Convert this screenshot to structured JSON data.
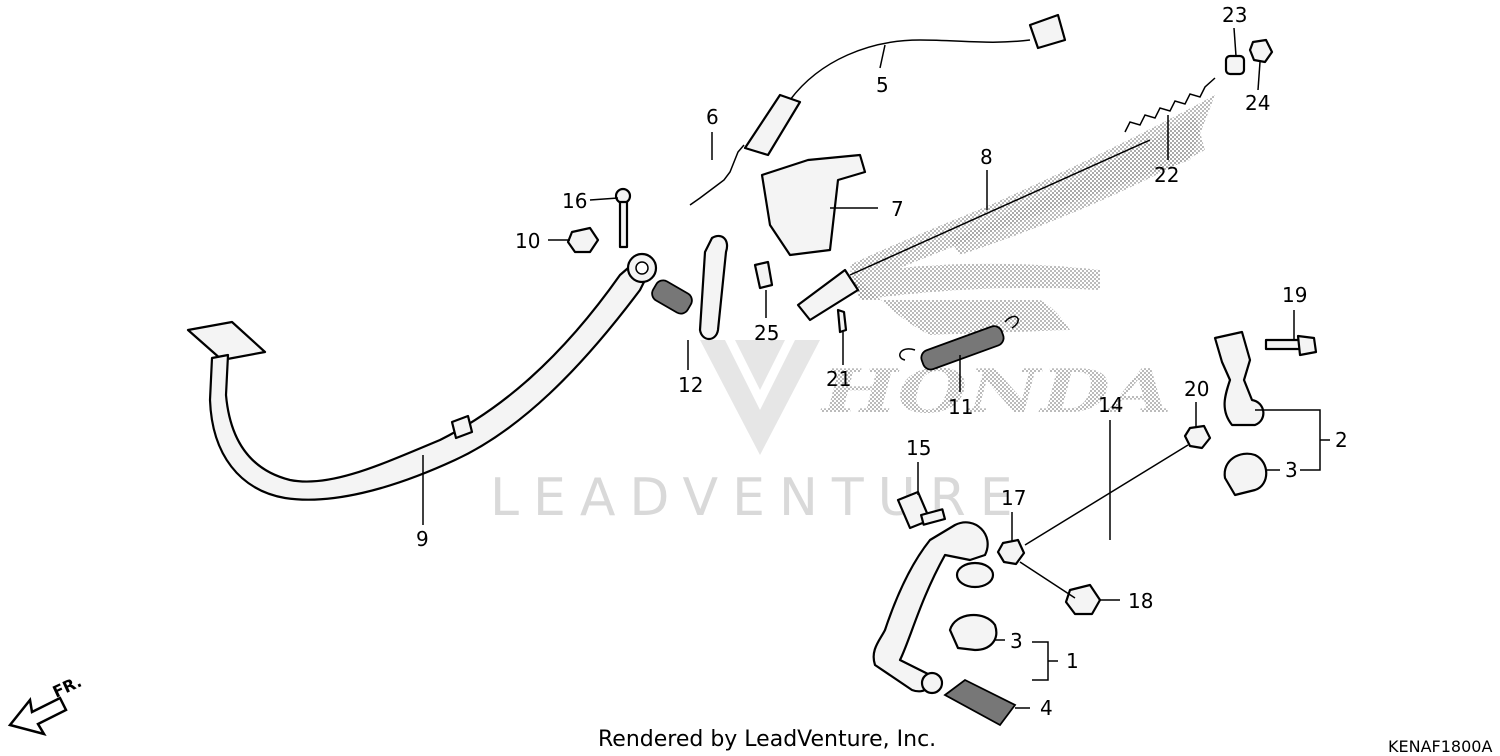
{
  "diagram": {
    "watermark": "LEADVENTURE",
    "logo_text": "HONDA",
    "footer": "Rendered by LeadVenture, Inc.",
    "diagram_code": "KENAF1800A",
    "direction_label": "FR.",
    "callouts": [
      {
        "id": "c1",
        "label": "1"
      },
      {
        "id": "c2",
        "label": "2"
      },
      {
        "id": "c3a",
        "label": "3"
      },
      {
        "id": "c3b",
        "label": "3"
      },
      {
        "id": "c4",
        "label": "4"
      },
      {
        "id": "c5",
        "label": "5"
      },
      {
        "id": "c6",
        "label": "6"
      },
      {
        "id": "c7",
        "label": "7"
      },
      {
        "id": "c8",
        "label": "8"
      },
      {
        "id": "c9",
        "label": "9"
      },
      {
        "id": "c10",
        "label": "10"
      },
      {
        "id": "c11",
        "label": "11"
      },
      {
        "id": "c12",
        "label": "12"
      },
      {
        "id": "c14",
        "label": "14"
      },
      {
        "id": "c15",
        "label": "15"
      },
      {
        "id": "c16",
        "label": "16"
      },
      {
        "id": "c17",
        "label": "17"
      },
      {
        "id": "c18",
        "label": "18"
      },
      {
        "id": "c19",
        "label": "19"
      },
      {
        "id": "c20",
        "label": "20"
      },
      {
        "id": "c21",
        "label": "21"
      },
      {
        "id": "c22",
        "label": "22"
      },
      {
        "id": "c23",
        "label": "23"
      },
      {
        "id": "c24",
        "label": "24"
      },
      {
        "id": "c25",
        "label": "25"
      }
    ]
  }
}
